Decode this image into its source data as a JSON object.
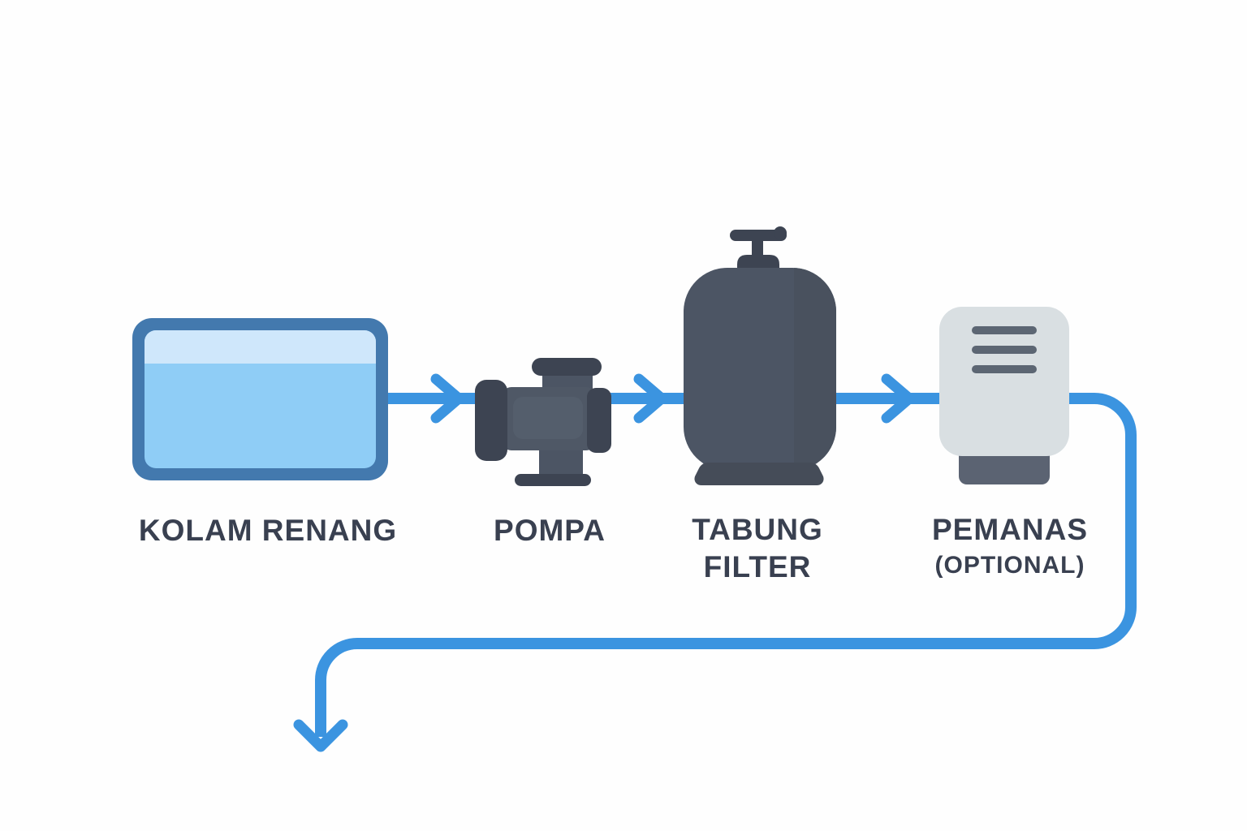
{
  "diagram": {
    "type": "flow",
    "subject": "pool-water-circulation",
    "nodes": [
      {
        "id": "pool",
        "icon": "pool-tank-icon",
        "label": "KOLAM RENANG"
      },
      {
        "id": "pump",
        "icon": "pump-icon",
        "label": "POMPA"
      },
      {
        "id": "filter",
        "icon": "filter-tank-icon",
        "label": "TABUNG",
        "label2": "FILTER"
      },
      {
        "id": "heater",
        "icon": "heater-icon",
        "label": "PEMANAS",
        "label2": "(OPTIONAL)"
      }
    ],
    "edges": [
      {
        "from": "pool",
        "to": "pump",
        "style": "horizontal-arrow-right"
      },
      {
        "from": "pump",
        "to": "filter",
        "style": "horizontal-arrow-right"
      },
      {
        "from": "filter",
        "to": "heater",
        "style": "horizontal-arrow-right"
      },
      {
        "from": "heater",
        "to": "open-end-below-pool",
        "style": "return-pipe right-down-left-down, ends with downward arrowhead"
      }
    ]
  },
  "colors": {
    "pipe_blue": "#3b94e0",
    "pool_border": "#4379ae",
    "pool_water": "#8fcdf6",
    "pool_water_light": "#cfe7fb",
    "equipment_dark": "#3d4452",
    "equipment_mid": "#4c5564",
    "equipment_body": "#4f5866",
    "equipment_highlight": "#545e6c",
    "equipment_shade": "#49515e",
    "equipment_base": "#454c58",
    "heater_body": "#d9dfe2",
    "heater_vent": "#5c6673",
    "heater_base": "#5b6372",
    "label_text": "#394050",
    "background": "#fefefe"
  }
}
